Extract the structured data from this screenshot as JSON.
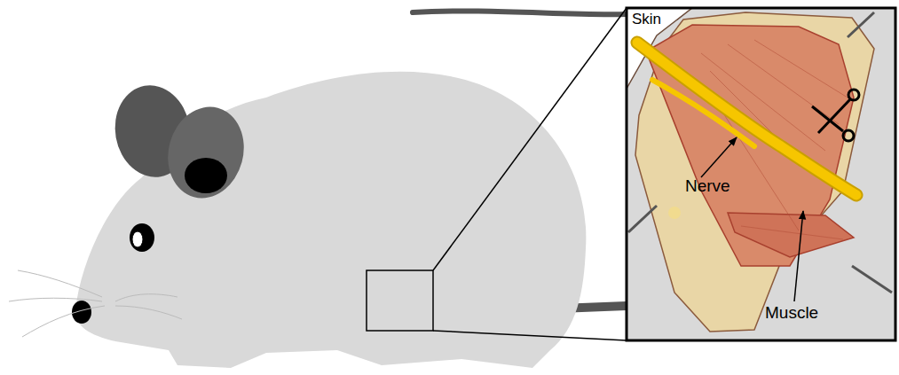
{
  "diagram": {
    "labels": [
      "Skin",
      "Nerve",
      "Muscle"
    ]
  }
}
